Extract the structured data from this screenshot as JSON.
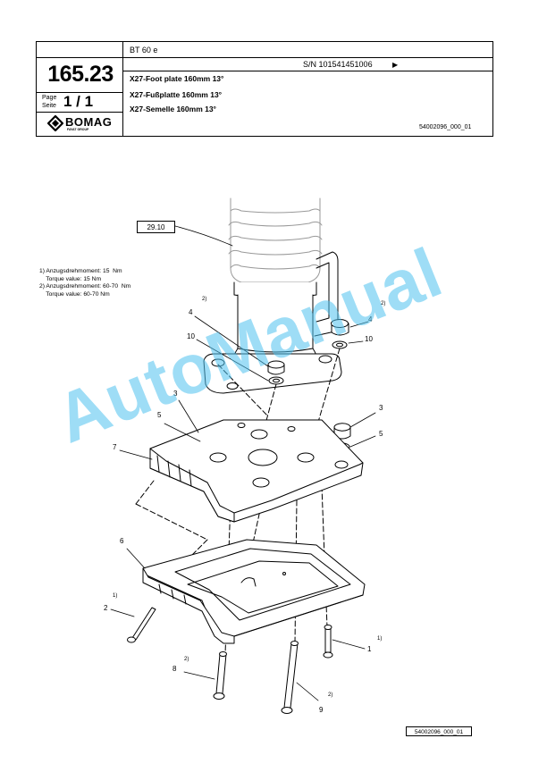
{
  "header": {
    "page_number": "165.23",
    "page_label_en": "Page",
    "page_label_de": "Seite",
    "page_count": "1 / 1",
    "brand": "BOMAG",
    "brand_sub": "FAYAT GROUP",
    "model": "BT 60 e",
    "serial": "S/N 101541451006",
    "serial_arrow": "▶",
    "title_en": "X27-Foot plate 160mm 13°",
    "title_de": "X27-Fußplatte 160mm 13°",
    "title_fr": "X27-Semelle 160mm 13°",
    "doc_number": "54002096_000_01"
  },
  "notes": [
    "1) Anzugsdrehmoment: 15  Nm",
    "    Torque value: 15 Nm",
    "2) Anzugsdrehmoment: 60-70  Nm",
    "    Torque value: 60-70 Nm"
  ],
  "drawing": {
    "ref_box": "29.10",
    "footer_ref": "54002096_000_01",
    "callouts": {
      "c4_left": "4",
      "c4_left_sup": "2)",
      "c10_left": "10",
      "c4_right": "4",
      "c4_right_sup": "2)",
      "c10_right": "10",
      "c3_left": "3",
      "c5_left": "5",
      "c3_right": "3",
      "c5_right": "5",
      "c7": "7",
      "c6": "6",
      "c2": "2",
      "c2_sup": "1)",
      "c1": "1",
      "c1_sup": "1)",
      "c8": "8",
      "c8_sup": "2)",
      "c9": "9",
      "c9_sup": "2)"
    }
  },
  "watermark": "AutoManual"
}
